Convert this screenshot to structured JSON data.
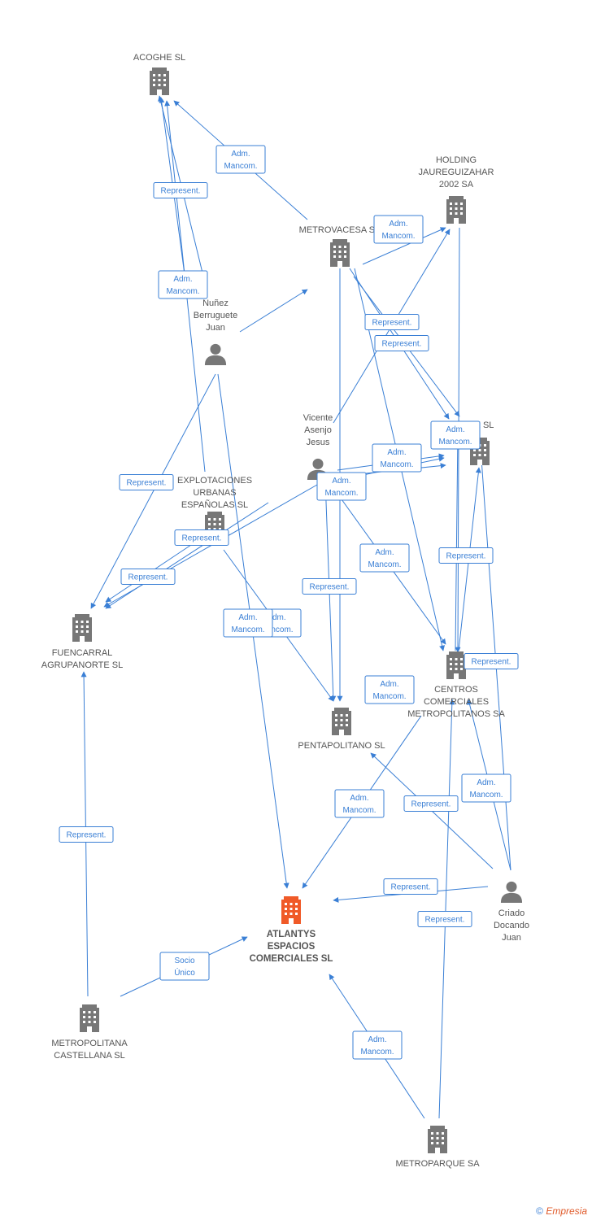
{
  "colors": {
    "edge": "#3a7fd5",
    "node": "#777777",
    "focus": "#f05a28"
  },
  "nodes": [
    {
      "id": "acoghe",
      "type": "company",
      "label": [
        "ACOGHE SL"
      ]
    },
    {
      "id": "holding",
      "type": "company",
      "label": [
        "HOLDING",
        "JAUREGUIZAHAR",
        "2002 SA"
      ]
    },
    {
      "id": "metrovacesa",
      "type": "company",
      "label": [
        "METROVACESA SA"
      ]
    },
    {
      "id": "nunez",
      "type": "person",
      "label": [
        "Nuñez",
        "Berruguete",
        "Juan"
      ]
    },
    {
      "id": "vicente",
      "type": "person",
      "label": [
        "Vicente",
        "Asenjo",
        "Jesus"
      ]
    },
    {
      "id": "rix",
      "type": "company",
      "label": [
        "RIX SL"
      ]
    },
    {
      "id": "explotaciones",
      "type": "company",
      "label": [
        "EXPLOTACIONES",
        "URBANAS",
        "ESPAÑOLAS SL"
      ]
    },
    {
      "id": "fuencarral",
      "type": "company",
      "label": [
        "FUENCARRAL",
        "AGRUPANORTE SL"
      ]
    },
    {
      "id": "centros",
      "type": "company",
      "label": [
        "CENTROS",
        "COMERCIALES",
        "METROPOLITANOS SA"
      ]
    },
    {
      "id": "pentapolitano",
      "type": "company",
      "label": [
        "PENTAPOLITANO SL"
      ]
    },
    {
      "id": "criado",
      "type": "person",
      "label": [
        "Criado",
        "Docando",
        "Juan"
      ]
    },
    {
      "id": "atlantys",
      "type": "focus",
      "label": [
        "ATLANTYS",
        "ESPACIOS",
        "COMERCIALES SL"
      ]
    },
    {
      "id": "metrocastellana",
      "type": "company",
      "label": [
        "METROPOLITANA",
        "CASTELLANA SL"
      ]
    },
    {
      "id": "metroparque",
      "type": "company",
      "label": [
        "METROPARQUE SA"
      ]
    }
  ],
  "edge_labels": [
    [
      "Adm.",
      "Mancom."
    ],
    [
      "Represent."
    ],
    [
      "Adm.",
      "Mancom."
    ],
    [
      "Adm.",
      "Mancom."
    ],
    [
      "Represent."
    ],
    [
      "Represent."
    ],
    [
      "Adm.",
      "Mancom."
    ],
    [
      "Adm.",
      "Mancom."
    ],
    [
      "Represent."
    ],
    [
      "Adm.",
      "Mancom."
    ],
    [
      "Adm.",
      "Mancom."
    ],
    [
      "Represent."
    ],
    [
      "Represent."
    ],
    [
      "Adm.",
      "Mancom."
    ],
    [
      "Represent."
    ],
    [
      "Represent."
    ],
    [
      "Adm.",
      "Mancom."
    ],
    [
      "Represent."
    ],
    [
      "Adm.",
      "Mancom."
    ],
    [
      "Adm.",
      "Mancom."
    ],
    [
      "Represent."
    ],
    [
      "Represent."
    ],
    [
      "Represent."
    ],
    [
      "Socio",
      "Único"
    ],
    [
      "Represent."
    ],
    [
      "Adm.",
      "Mancom."
    ],
    [
      "Adm.",
      "Mancom."
    ],
    [
      "Adm.",
      "Mancom."
    ],
    [
      "Adm.",
      "Mancom."
    ]
  ],
  "footer": {
    "copyright": "©",
    "brand": "Empresia"
  }
}
